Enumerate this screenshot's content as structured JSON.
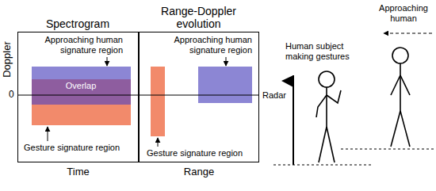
{
  "diagram": {
    "nodes": [
      {
        "text": [
          "Spectrogram"
        ]
      },
      {
        "text": [
          "Range-Doppler evolution"
        ]
      },
      {
        "text": [
          "Overlap"
        ],
        "in": 0
      }
    ],
    "labels": [
      "Approaching human signature region",
      "Doppler",
      "0",
      "Gesture signature region",
      "Time",
      "Approaching human signature region",
      "Gesture signature region",
      "Range",
      "Approaching human",
      "Human subject making gestures",
      "Radar"
    ]
  }
}
